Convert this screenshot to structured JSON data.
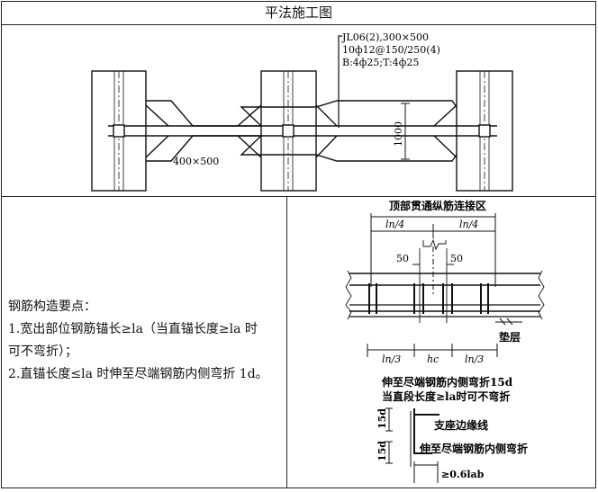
{
  "title": "平法施工图",
  "plan": {
    "beam_mark": "JL06(2),300×500",
    "stirrups": "10ф12@150/250(4)",
    "longitudinal": "B:4ф25;T:4ф25",
    "dim_1000": "1000",
    "haunch_size": "400×500"
  },
  "notes": {
    "heading": "钢筋构造要点：",
    "line1": "1.宽出部位钢筋锚长≥la（当直锚长度≥la 时",
    "line2": "可不弯折）；",
    "line3": "2.直锚长度≤la 时伸至尽端钢筋内侧弯折 1d。"
  },
  "detail": {
    "zone_title": "顶部贯通纵筋连接区",
    "ln4_left": "ln/4",
    "ln4_right": "ln/4",
    "dim50_left": "50",
    "dim50_right": "50",
    "cushion": "垫层",
    "ln3_left": "ln/3",
    "hc": "hc",
    "ln3_right": "ln/3",
    "bend_note1": "伸至尽端钢筋内侧弯折15d",
    "bend_note2": "当直段长度≥la时可不弯折",
    "dim15d_top": "15d",
    "support_edge": "支座边缘线",
    "dim15d_bottom": "15d",
    "bend_inner": "伸至尽端钢筋内侧弯折",
    "lab": "≥0.6lab"
  }
}
